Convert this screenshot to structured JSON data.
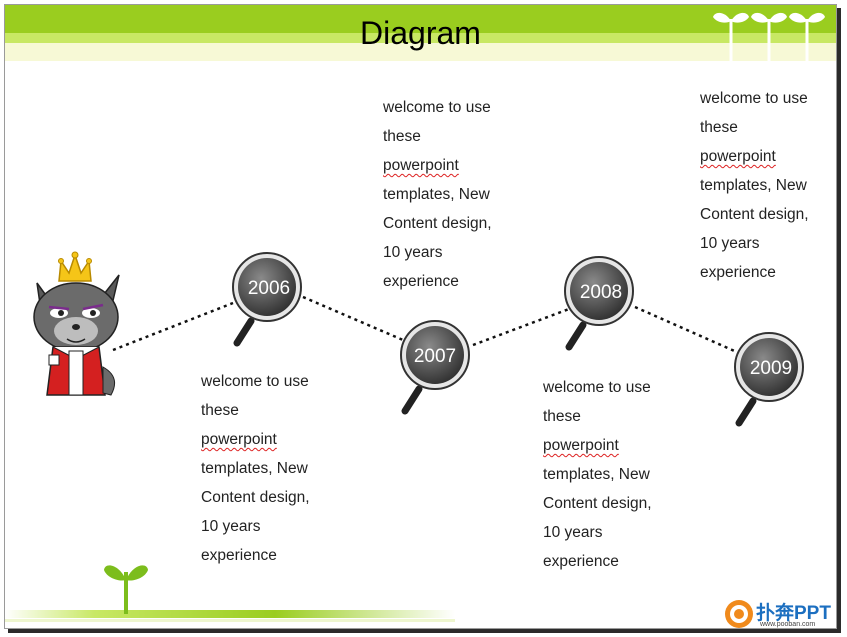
{
  "title": "Diagram",
  "milestones": [
    {
      "year": "2006",
      "lines": [
        "welcome to use",
        "these",
        "powerpoint",
        "templates, New",
        "Content design,",
        "10 years",
        "experience"
      ]
    },
    {
      "year": "2007",
      "lines": [
        "welcome to use",
        "these",
        "powerpoint",
        "templates, New",
        "Content design,",
        "10 years",
        "experience"
      ]
    },
    {
      "year": "2008",
      "lines": [
        "welcome to use",
        "these",
        "powerpoint",
        "templates, New",
        "Content design,",
        "10 years",
        "experience"
      ]
    },
    {
      "year": "2009",
      "lines": [
        "welcome to use",
        "these",
        "powerpoint",
        "templates, New",
        "Content design,",
        "10 years",
        "experience"
      ]
    }
  ],
  "logo": {
    "text": "扑奔PPT",
    "url": "www.pooban.com"
  },
  "colors": {
    "green": "#9acd1f",
    "light_green": "#c8e864",
    "pale": "#f7f9d6",
    "logo_blue": "#1c6fc0",
    "magnifier": "#555555"
  },
  "icons": [
    "sprout-icon",
    "magnifier-icon",
    "wolf-king-character"
  ]
}
